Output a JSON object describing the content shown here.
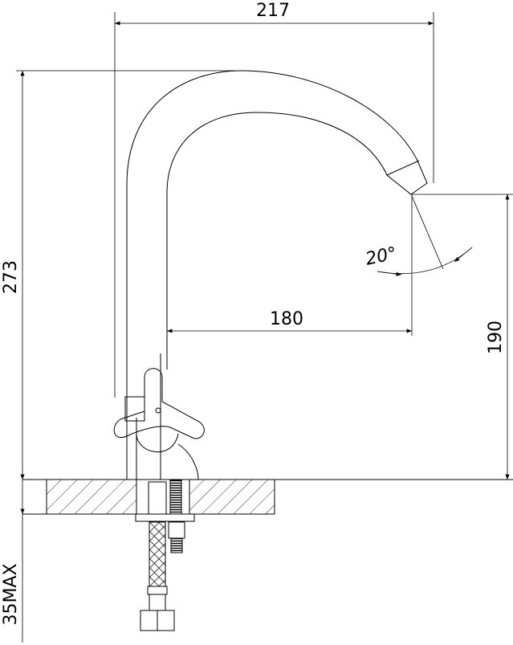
{
  "drawing": {
    "dimensions": {
      "width_total": "217",
      "height_total": "273",
      "spout_reach": "180",
      "spout_height": "190",
      "spout_angle": "20°",
      "deck_thickness": "35MAX"
    },
    "colors": {
      "line": "#000000",
      "background": "#ffffff"
    }
  }
}
